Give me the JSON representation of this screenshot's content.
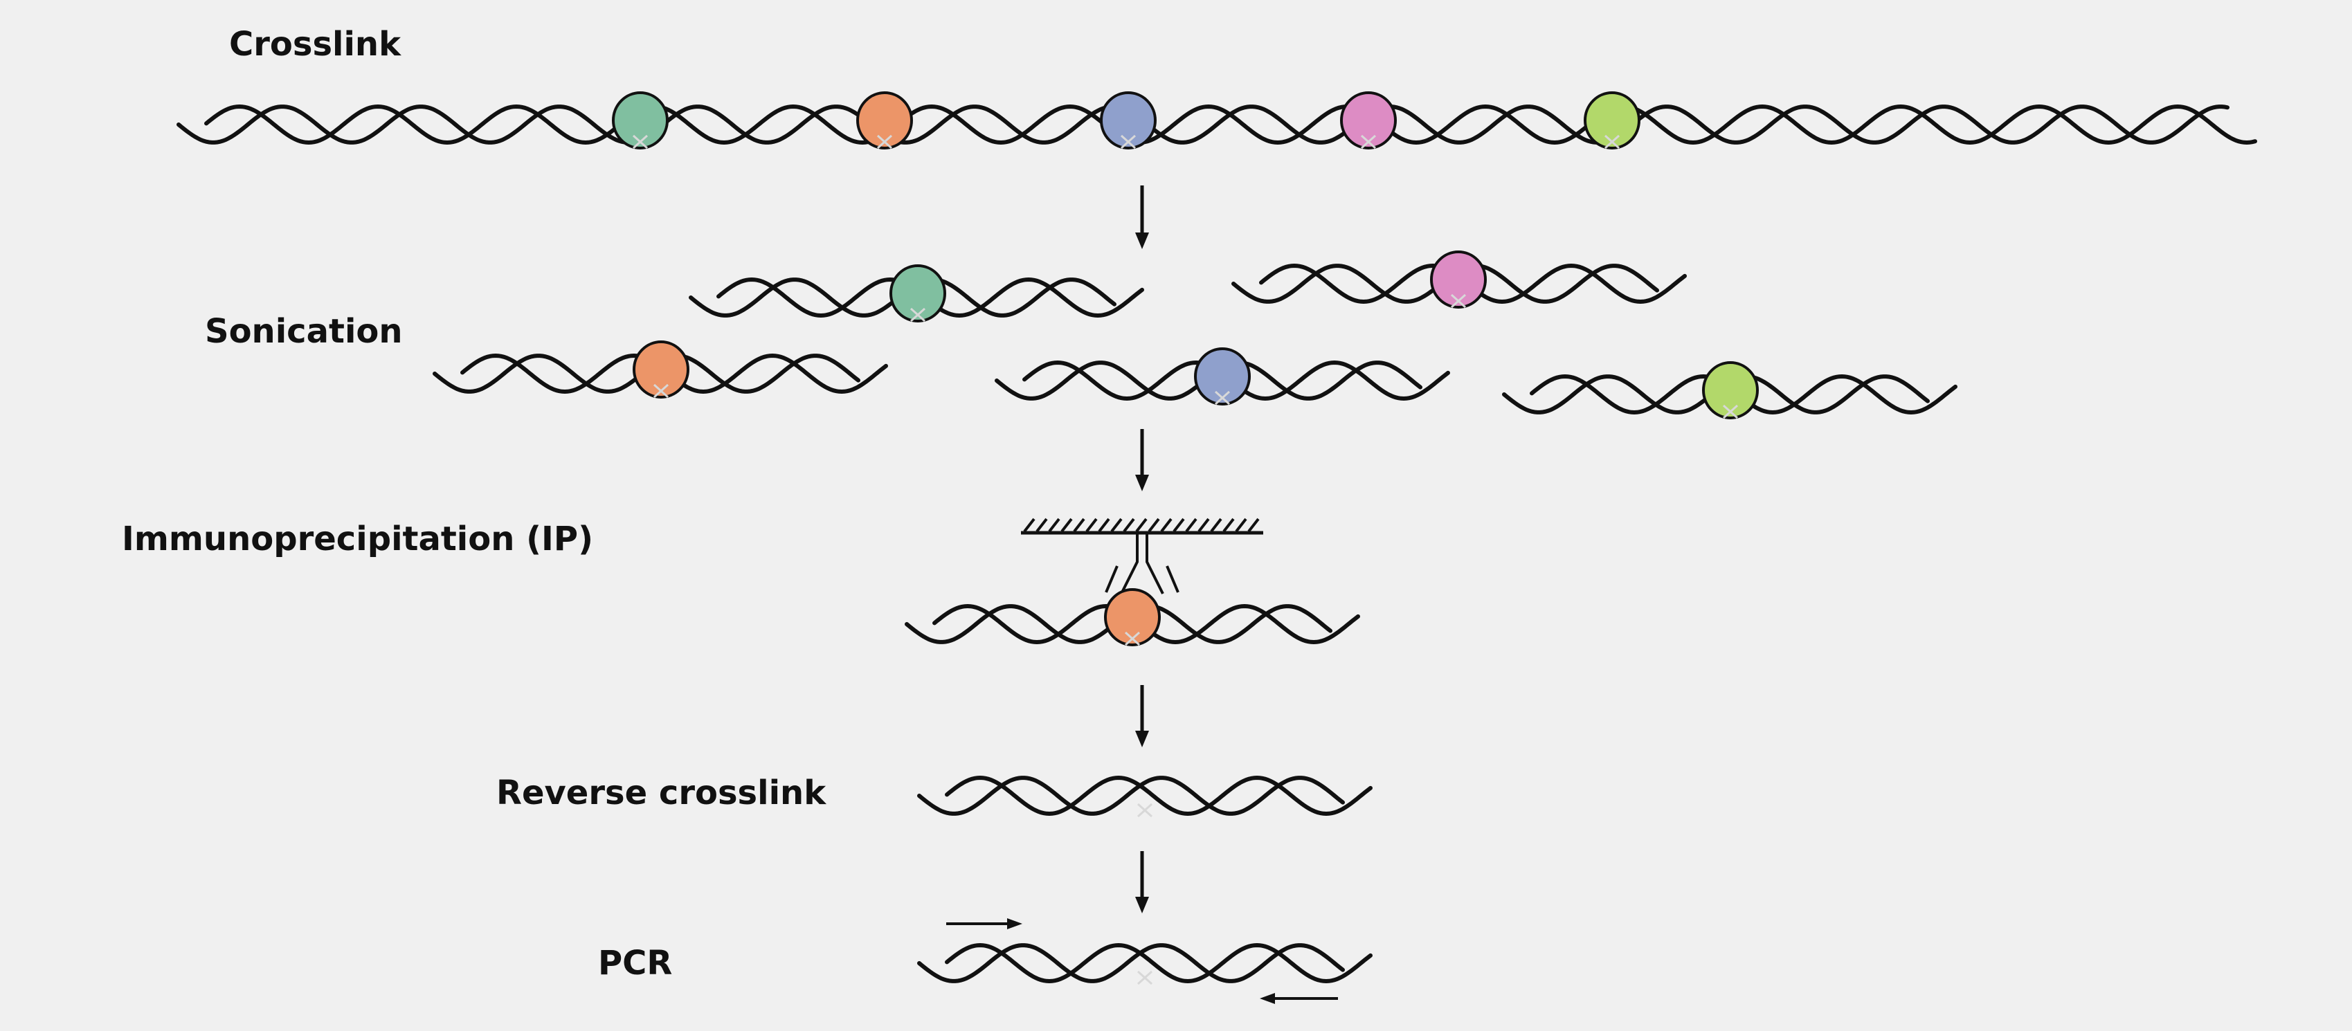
{
  "steps": [
    {
      "label": "Crosslink"
    },
    {
      "label": "Sonication"
    },
    {
      "label": "Immunoprecipitation (IP)"
    },
    {
      "label": "Reverse crosslink"
    },
    {
      "label": "PCR"
    }
  ],
  "colors": {
    "background": "#f0f0f0",
    "strand": "#111111",
    "protein_teal": "#80bfa0",
    "protein_orange": "#ec9568",
    "protein_blue": "#8fa0cc",
    "protein_pink": "#dd8cc4",
    "protein_green": "#b2d86a"
  },
  "icons": [
    "dna-helix",
    "protein-bead",
    "down-arrow",
    "antibody",
    "solid-surface",
    "primer-arrow"
  ]
}
